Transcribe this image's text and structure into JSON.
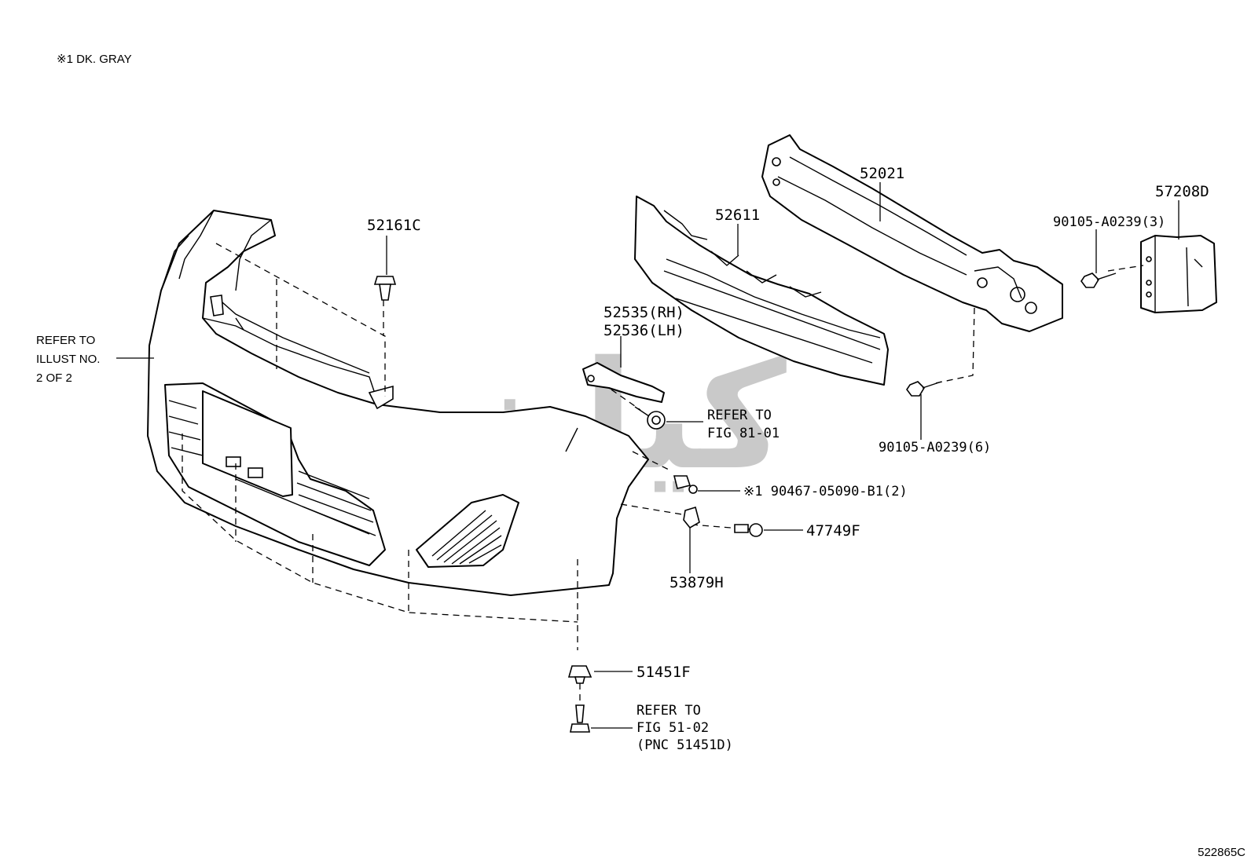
{
  "legend_note": "※1 DK. GRAY",
  "figure_id": "522865C",
  "watermark": "کیان",
  "refer_notes": {
    "illust": [
      "REFER TO",
      "ILLUST NO.",
      "2 OF 2"
    ],
    "fig8101": [
      "REFER TO",
      "FIG 81-01"
    ],
    "fig5102": [
      "REFER TO",
      "FIG 51-02",
      "(PNC 51451D)"
    ]
  },
  "parts": {
    "p52161C": "52161C",
    "p52611": "52611",
    "p52021": "52021",
    "p57208D": "57208D",
    "p90105_3": "90105-A0239(3)",
    "p90105_6": "90105-A0239(6)",
    "p52535": "52535(RH)",
    "p52536": "52536(LH)",
    "p90467": "※1 90467-05090-B1(2)",
    "p47749F": "47749F",
    "p53879H": "53879H",
    "p51451F": "51451F"
  }
}
